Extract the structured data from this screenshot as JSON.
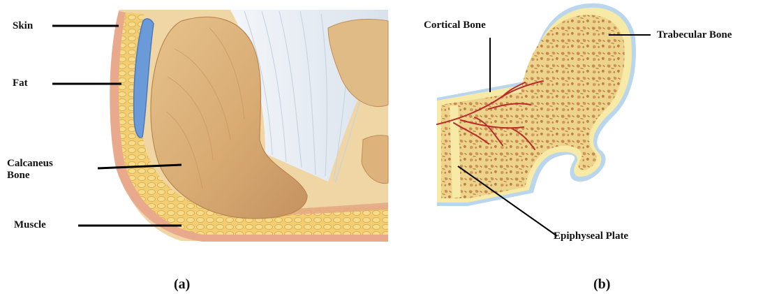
{
  "panel_a": {
    "labels": {
      "skin": "Skin",
      "fat": "Fat",
      "calcaneus_line1": "Calcaneus",
      "calcaneus_line2": "Bone",
      "muscle": "Muscle"
    },
    "caption": "(a)"
  },
  "panel_b": {
    "labels": {
      "cortical": "Cortical Bone",
      "trabecular": "Trabecular Bone",
      "epiphyseal": "Epiphyseal Plate"
    },
    "caption": "(b)"
  },
  "colors": {
    "skin": "#e8a98c",
    "fat": "#f2cf74",
    "fat_blue": "#6a9ad8",
    "calcaneus": "#d9b07a",
    "tendon": "#e9eef4",
    "trabecular_bg": "#edd48c",
    "trabecular_spot": "#c98a4f",
    "cortical": "#f7eaa6",
    "periosteum": "#b9d6ec",
    "vessel": "#b92b2b"
  }
}
